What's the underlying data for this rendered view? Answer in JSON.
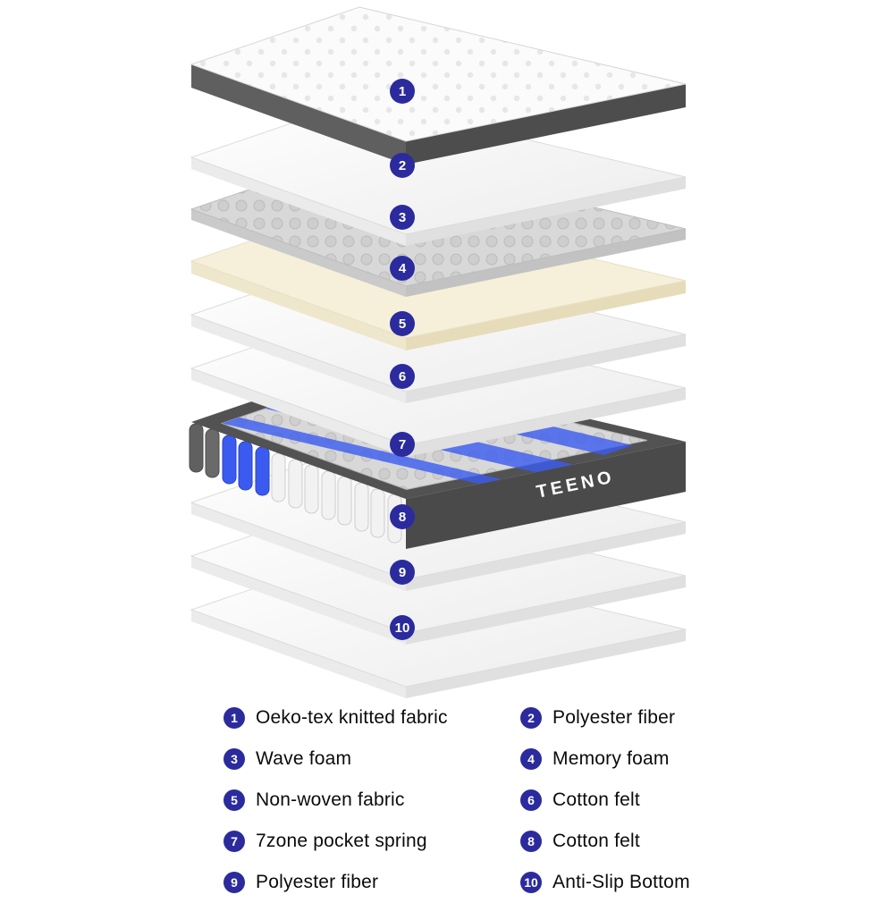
{
  "brand": "TEENO",
  "colors": {
    "badge": "#2b2b9e",
    "spring_blue": "#3b5bf0",
    "border_fabric_gray": "#4d4d4d",
    "memory_foam_cream": "#f6f0da"
  },
  "layers": [
    {
      "num": "1",
      "label": "Oeko-tex knitted fabric"
    },
    {
      "num": "2",
      "label": "Polyester fiber"
    },
    {
      "num": "3",
      "label": "Wave foam"
    },
    {
      "num": "4",
      "label": "Memory foam"
    },
    {
      "num": "5",
      "label": "Non-woven fabric"
    },
    {
      "num": "6",
      "label": "Cotton felt"
    },
    {
      "num": "7",
      "label": "7zone pocket spring"
    },
    {
      "num": "8",
      "label": "Cotton felt"
    },
    {
      "num": "9",
      "label": "Polyester fiber"
    },
    {
      "num": "10",
      "label": "Anti-Slip Bottom"
    }
  ]
}
